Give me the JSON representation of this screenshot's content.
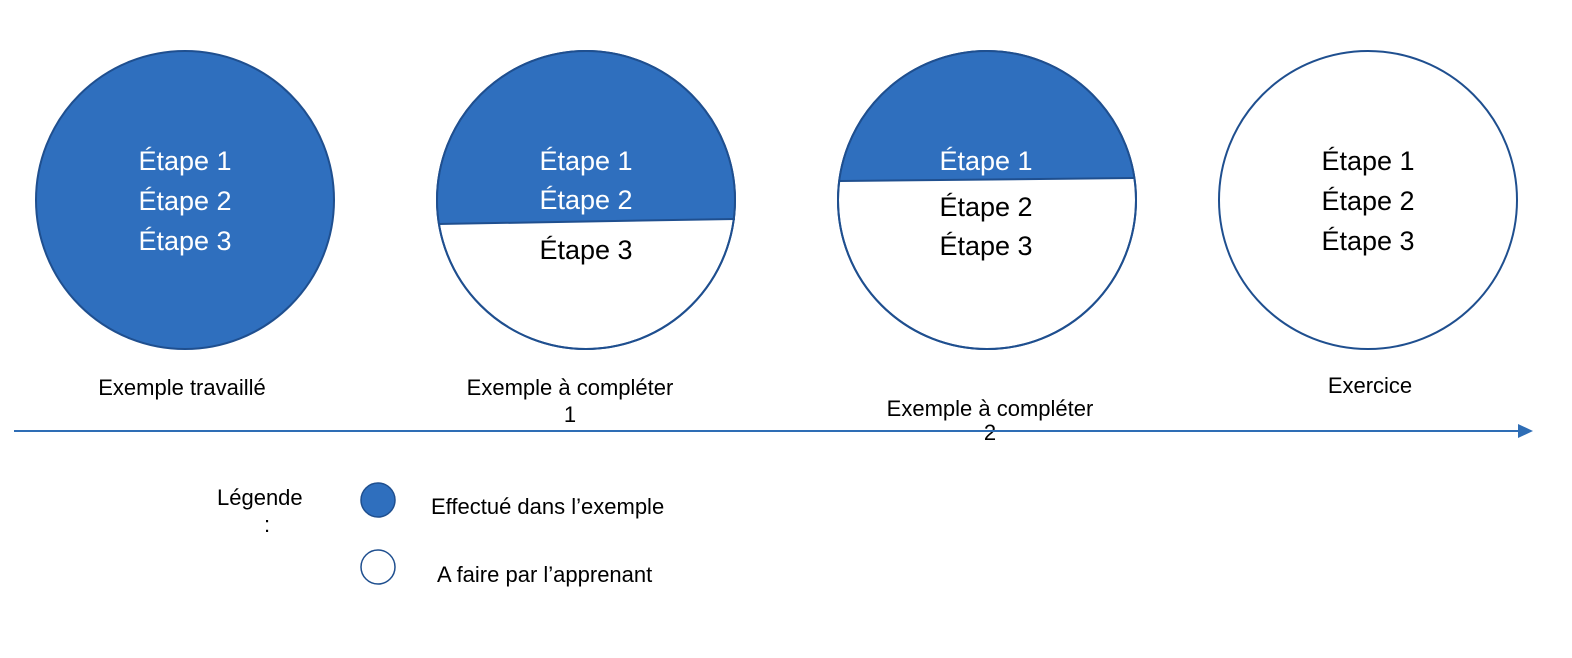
{
  "colors": {
    "done": "#2f6fbe",
    "outline": "#1f4f8f",
    "todo": "#ffffff",
    "arrow": "#2e6db5"
  },
  "stages": [
    {
      "caption": "Exemple travaillé",
      "caption_tail": "",
      "steps_done": 3,
      "steps": [
        "Étape 1",
        "Étape 2",
        "Étape 3"
      ]
    },
    {
      "caption": "Exemple à compléter",
      "caption_tail": "1",
      "steps_done": 2,
      "steps": [
        "Étape 1",
        "Étape 2",
        "Étape 3"
      ]
    },
    {
      "caption": "Exemple à compléter",
      "caption_tail": "2",
      "steps_done": 1,
      "steps": [
        "Étape 1",
        "Étape 2",
        "Étape 3"
      ]
    },
    {
      "caption": "Exercice",
      "caption_tail": "",
      "steps_done": 0,
      "steps": [
        "Étape 1",
        "Étape 2",
        "Étape 3"
      ]
    }
  ],
  "legend": {
    "title": "Légende",
    "title_tail": ":",
    "done_label": "Effectué dans l’exemple",
    "todo_label": "A faire par l’apprenant"
  }
}
